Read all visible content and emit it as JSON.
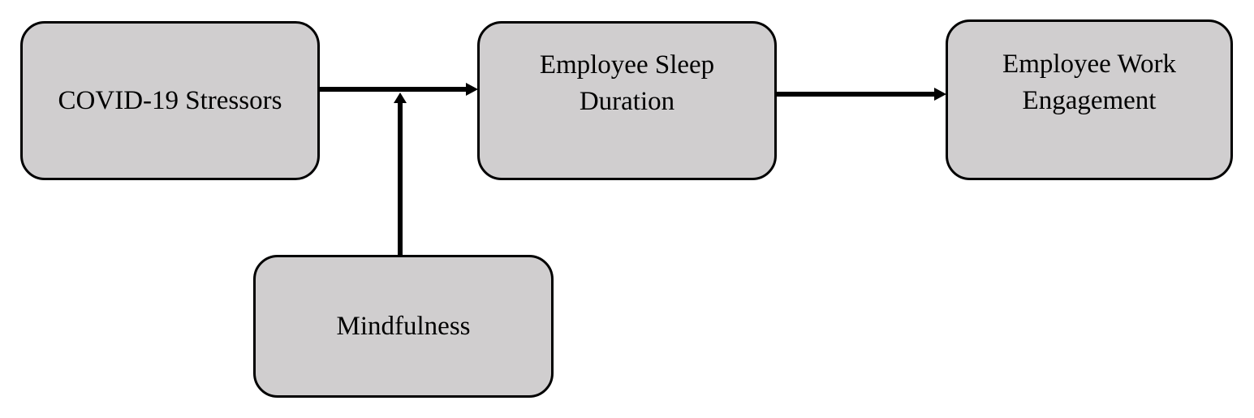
{
  "diagram": {
    "nodes": {
      "stressors": {
        "line1": "COVID-19 Stressors"
      },
      "sleep": {
        "line1": "Employee Sleep",
        "line2": "Duration"
      },
      "work": {
        "line1": "Employee Work",
        "line2": "Engagement"
      },
      "mindfulness": {
        "line1": "Mindfulness"
      }
    },
    "edges": [
      {
        "from": "stressors",
        "to": "sleep"
      },
      {
        "from": "sleep",
        "to": "work"
      },
      {
        "from": "mindfulness",
        "to": "stressors-sleep-path"
      }
    ],
    "colors": {
      "box_fill": "#d0cecf",
      "stroke": "#000000",
      "background": "#ffffff"
    }
  }
}
